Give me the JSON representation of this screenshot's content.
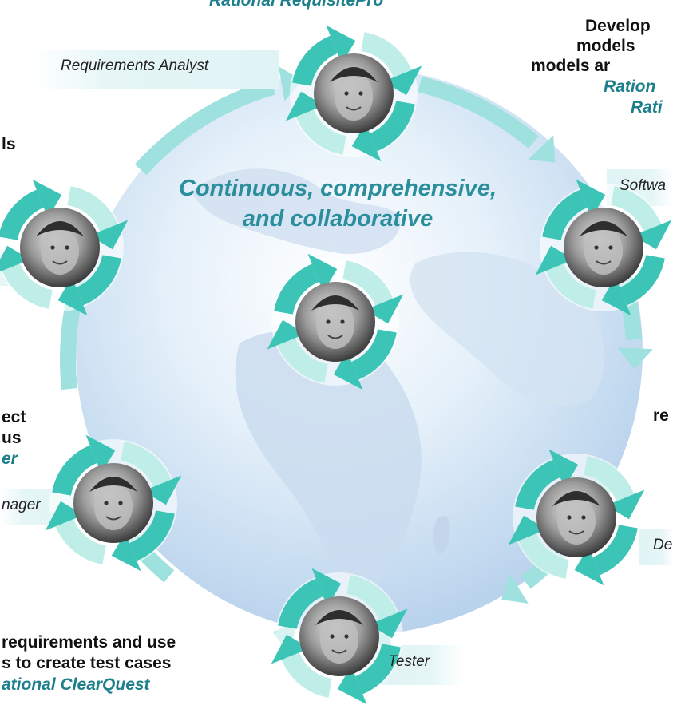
{
  "tools": {
    "top": "Rational RequisitePro",
    "right_partial_1": "Ration",
    "right_partial_2": "Rati"
  },
  "center_caption": {
    "line1": "Continuous, comprehensive,",
    "line2": "and collaborative"
  },
  "roles": {
    "requirements_analyst": "Requirements Analyst",
    "software_partial": "Softwa",
    "manager_partial": "nager",
    "developer_partial": "De",
    "tester": "Tester"
  },
  "notes": {
    "top_right": [
      "Develop",
      "models",
      "models ar"
    ],
    "left_top": "ls",
    "left_mid": [
      "ect",
      "us"
    ],
    "left_mid_tool": "er",
    "right_mid": "re",
    "bottom_left": [
      "requirements and use",
      "s to create test cases"
    ],
    "bottom_left_tool": "ational ClearQuest"
  },
  "colors": {
    "arrow": "#3cc4b6",
    "arrow_light": "#bfeee8",
    "ring": "#9fe1df",
    "tool_text": "#1d7f8c",
    "center_text": "#2a8e9c",
    "label_band": "#e8f6f8"
  }
}
